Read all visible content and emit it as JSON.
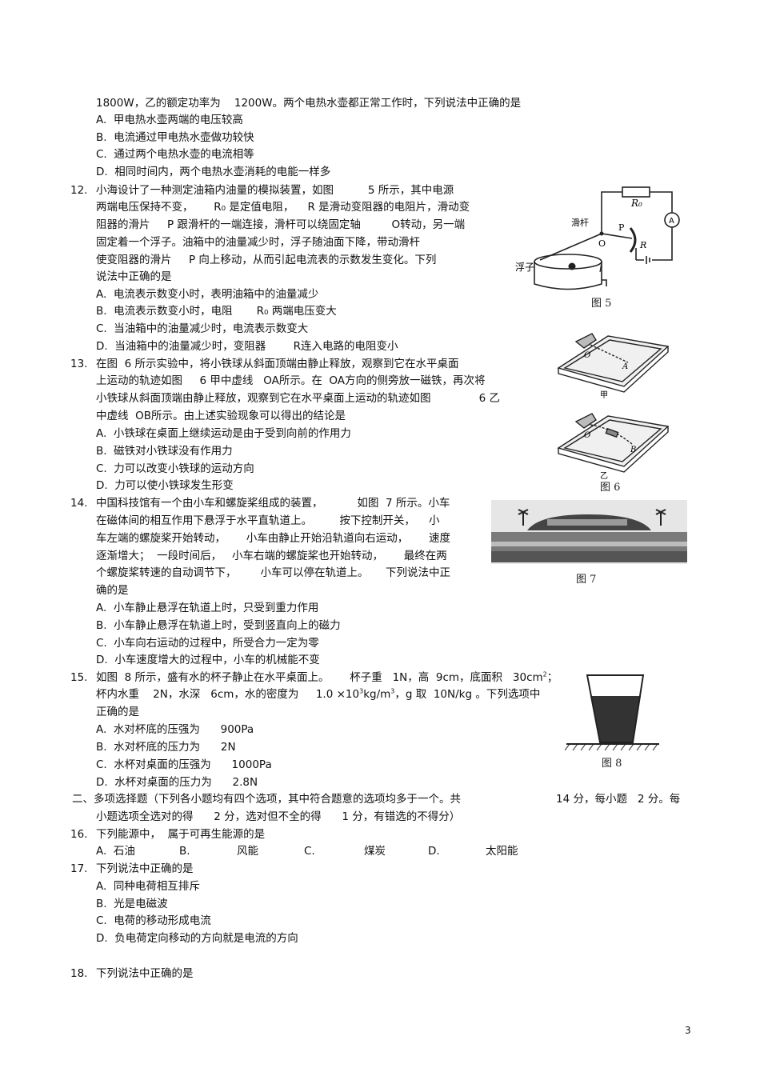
{
  "q11": {
    "stem_tail": "1800W，乙的额定功率为    1200W。两个电热水壶都正常工作时，下列说法中正确的是",
    "options": [
      "A.  甲电热水壶两端的电压较高",
      "B.  电流通过甲电热水壶做功较快",
      "C.  通过两个电热水壶的电流相等",
      "D.  相同时间内，两个电热水壶消耗的电能一样多"
    ]
  },
  "q12": {
    "number": "12.",
    "lines": [
      "小海设计了一种测定油箱内油量的模拟装置，如图          5 所示，其中电源",
      "两端电压保持不变，      R₀ 是定值电阻，    R 是滑动变阻器的电阻片，滑动变",
      "阻器的滑片     P 跟滑杆的一端连接，滑杆可以绕固定轴         O转动，另一端",
      "固定着一个浮子。油箱中的油量减少时，浮子随油面下降，带动滑杆",
      "使变阻器的滑片     P 向上移动，从而引起电流表的示数发生变化。下列",
      "说法中正确的是"
    ],
    "options": [
      "A.  电流表示数变小时，表明油箱中的油量减少",
      "B.  电流表示数变小时，电阻       R₀ 两端电压变大",
      "C.  当油箱中的油量减少时，电流表示数变大",
      "D.  当油箱中的油量减少时，变阻器        R连入电路的电阻变小"
    ],
    "figure": {
      "caption": "图 5",
      "labels": {
        "r0": "R₀",
        "ammeter": "A",
        "slider": "滑杆",
        "pivot": "O",
        "p": "P",
        "r": "R",
        "float": "浮子"
      }
    }
  },
  "q13": {
    "number": "13.",
    "lines": [
      "在图  6 所示实验中，将小铁球从斜面顶端由静止释放，观察到它在水平桌面",
      "上运动的轨迹如图     6 甲中虚线   OA所示。在  OA方向的侧旁放一磁铁，再次将",
      "小铁球从斜面顶端由静止释放，观察到它在水平桌面上运动的轨迹如图              6 乙",
      "中虚线  OB所示。由上述实验现象可以得出的结论是"
    ],
    "options": [
      "A.  小铁球在桌面上继续运动是由于受到向前的作用力",
      "B.  磁铁对小铁球没有作用力",
      "C.  力可以改变小铁球的运动方向",
      "D.  力可以使小铁球发生形变"
    ],
    "figure": {
      "caption": "图 6",
      "label_a": "甲",
      "label_b": "乙",
      "pt_o": "O",
      "pt_a": "A",
      "pt_b": "B"
    }
  },
  "q14": {
    "number": "14.",
    "lines": [
      "中国科技馆有一个由小车和螺旋桨组成的装置，          如图  7 所示。小车",
      "在磁体间的相互作用下悬浮于水平直轨道上。        按下控制开关，    小",
      "车左端的螺旋桨开始转动，      小车由静止开始沿轨道向右运动，      速度",
      "逐渐增大；  一段时间后，   小车右端的螺旋桨也开始转动，      最终在两",
      "个螺旋桨转速的自动调节下，       小车可以停在轨道上。     下列说法中正",
      "确的是"
    ],
    "options": [
      "A.  小车静止悬浮在轨道上时，只受到重力作用",
      "B.  小车静止悬浮在轨道上时，受到竖直向上的磁力",
      "C.  小车向右运动的过程中，所受合力一定为零",
      "D.  小车速度增大的过程中，小车的机械能不变"
    ],
    "figure": {
      "caption": "图 7"
    }
  },
  "q15": {
    "number": "15.",
    "line1_a": "如图  8 所示，盛有水的杯子静止在水平桌面上。      杯子重   1N，高  9cm，底面积   30cm",
    "line1_sup": "2",
    "line1_b": "；",
    "line2_a": "杯内水重    2N，水深   6cm，水的密度为     1.0 ×10",
    "line2_sup": "3",
    "line2_b": "kg/m",
    "line2_sup2": "3",
    "line2_c": "，g 取  10N/kg 。下列选项中",
    "line3": "正确的是",
    "options": [
      "A.  水对杯底的压强为      900Pa",
      "B.  水对杯底的压力为      2N",
      "C.  水杯对桌面的压强为      1000Pa",
      "D.  水杯对桌面的压力为      2.8N"
    ],
    "figure": {
      "caption": "图 8"
    }
  },
  "section2": {
    "line1_a": "二、多项选择题（下列各小题均有四个选项，其中符合题意的选项均多于一个。共",
    "line1_b": "14 分，每小题   2 分。每",
    "line2": "小题选项全选对的得      2 分，选对但不全的得      1 分，有错选的不得分）"
  },
  "q16": {
    "number": "16.",
    "stem": "下列能源中，  属于可再生能源的是",
    "options": [
      "A.  石油",
      "B.",
      "风能",
      "C.",
      "煤炭",
      "D.",
      "太阳能"
    ]
  },
  "q17": {
    "number": "17.",
    "stem": "下列说法中正确的是",
    "options": [
      "A.  同种电荷相互排斥",
      "B.  光是电磁波",
      "C.  电荷的移动形成电流",
      "D.  负电荷定向移动的方向就是电流的方向"
    ]
  },
  "q18": {
    "number": "18.",
    "stem": "下列说法中正确的是"
  },
  "page_number": "3"
}
